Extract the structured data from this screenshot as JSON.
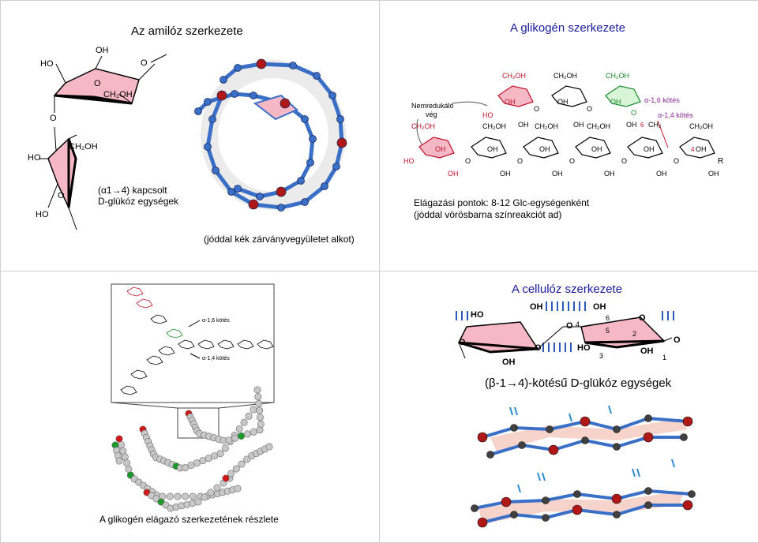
{
  "slides": {
    "amylose": {
      "title": "Az amilóz szerkezete",
      "caption_line1": "(α1→4) kapcsolt",
      "caption_line2": "D-glükóz egységek",
      "note": "(jóddal kék zárványvegyületet alkot)"
    },
    "glycogen": {
      "title": "A glikogén szerkezete",
      "nonreducing_line1": "Nemredukáló",
      "nonreducing_line2": "vég",
      "bond16": "α-1,6 kötés",
      "bond14": "α-1,4 kötés",
      "branch_line1": "Elágazási pontok: 8-12 Glc-egységenként",
      "branch_line2": "(jóddal vörösbarna színreakciót ad)"
    },
    "glycogen_branch": {
      "bond16": "α-1,6 kötés",
      "bond14": "α-1,4 kötés",
      "caption": "A glikogén elágazó szerkezetének részlete"
    },
    "cellulose": {
      "title": "A cellulóz szerkezete",
      "caption": "(β-1→4)-kötésű D-glükóz egységek"
    }
  },
  "chem": {
    "ho": "HO",
    "oh": "OH",
    "o": "O",
    "ch2oh": "CH₂OH",
    "ch2": "CH₂",
    "r": "R",
    "n1": "1",
    "n2": "2",
    "n3": "3",
    "n4": "4",
    "n5": "5",
    "n6": "6"
  },
  "colors": {
    "ring_fill": "#f5b8c4",
    "red_label": "#c0102a",
    "green_label": "#1a8a2a",
    "purple_label": "#8a2a9a",
    "ball_blue": "#3a6fc8",
    "ball_red": "#b01818",
    "ball_gray": "#c8c8c8",
    "title_blue": "#1a1a9e"
  }
}
